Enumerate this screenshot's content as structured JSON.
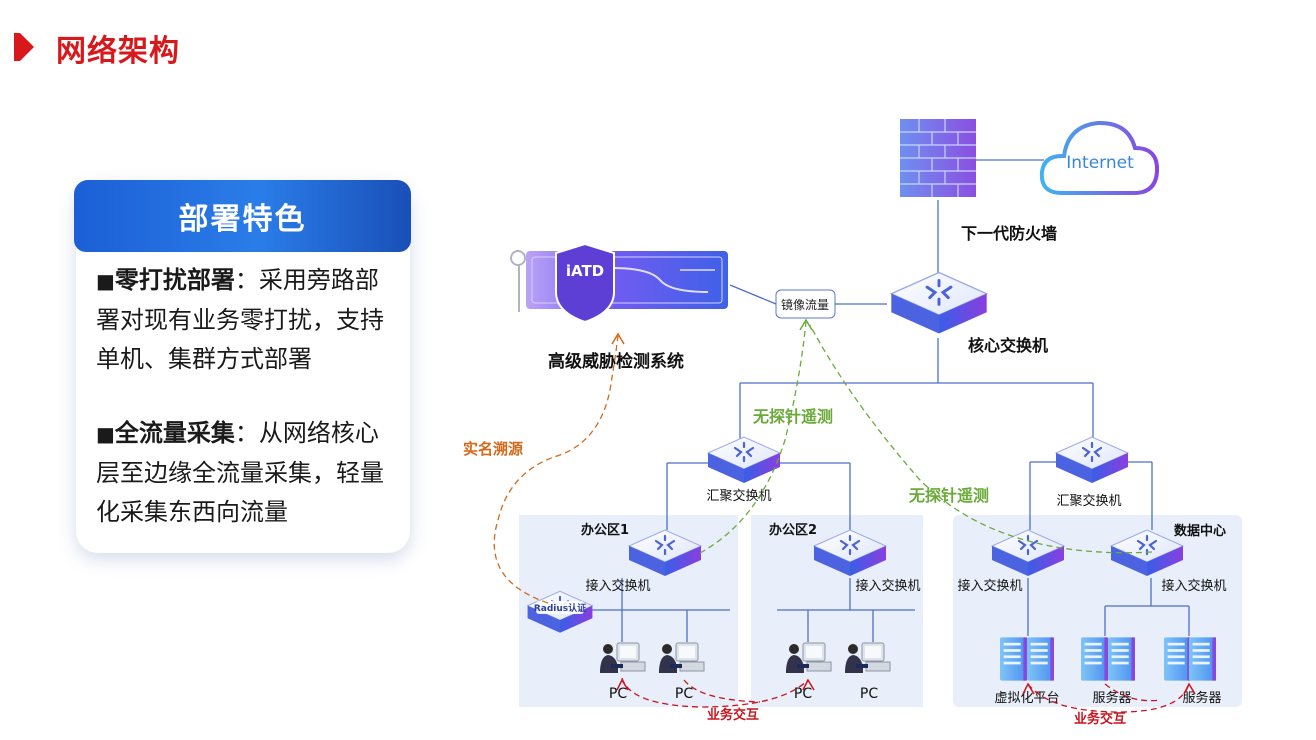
{
  "page": {
    "title": "网络架构"
  },
  "card": {
    "heading": "部署特色",
    "items": [
      {
        "bullet": "■",
        "title": "零打扰部署",
        "text": "：采用旁路部署对现有业务零打扰，支持单机、集群方式部署"
      },
      {
        "bullet": "■",
        "title": "全流量采集",
        "text": "：从网络核心层至边缘全流量采集，轻量化采集东西向流量"
      }
    ]
  },
  "diagram": {
    "internet": "Internet",
    "firewall": "下一代防火墙",
    "core_switch": "核心交换机",
    "mirror": "镜像流量",
    "atd_badge": "iATD",
    "atd_system": "高级威胁检测系统",
    "trace": "实名溯源",
    "probe_left": "无探针遥测",
    "probe_right": "无探针遥测",
    "agg_left": "汇聚交换机",
    "agg_right": "汇聚交换机",
    "office1": "办公区1",
    "office2": "办公区2",
    "datacenter": "数据中心",
    "access_office1": "接入交换机",
    "access_office2": "接入交换机",
    "access_dc1": "接入交换机",
    "access_dc2": "接入交换机",
    "radius": "Radius认证",
    "pcs": [
      "PC",
      "PC",
      "PC",
      "PC"
    ],
    "virtual_platform": "虚拟化平台",
    "server1": "服务器",
    "server2": "服务器",
    "business_left": "业务交互",
    "business_right": "业务交互"
  },
  "colors": {
    "accent_red": "#d7191c",
    "card_blue": "#1f66dc",
    "probe_green": "#6aaa3a",
    "trace_orange": "#d26a1a",
    "business_red": "#c8141e",
    "zone_bg": "#e8eefa",
    "device_purple": "#7b3fe4"
  }
}
